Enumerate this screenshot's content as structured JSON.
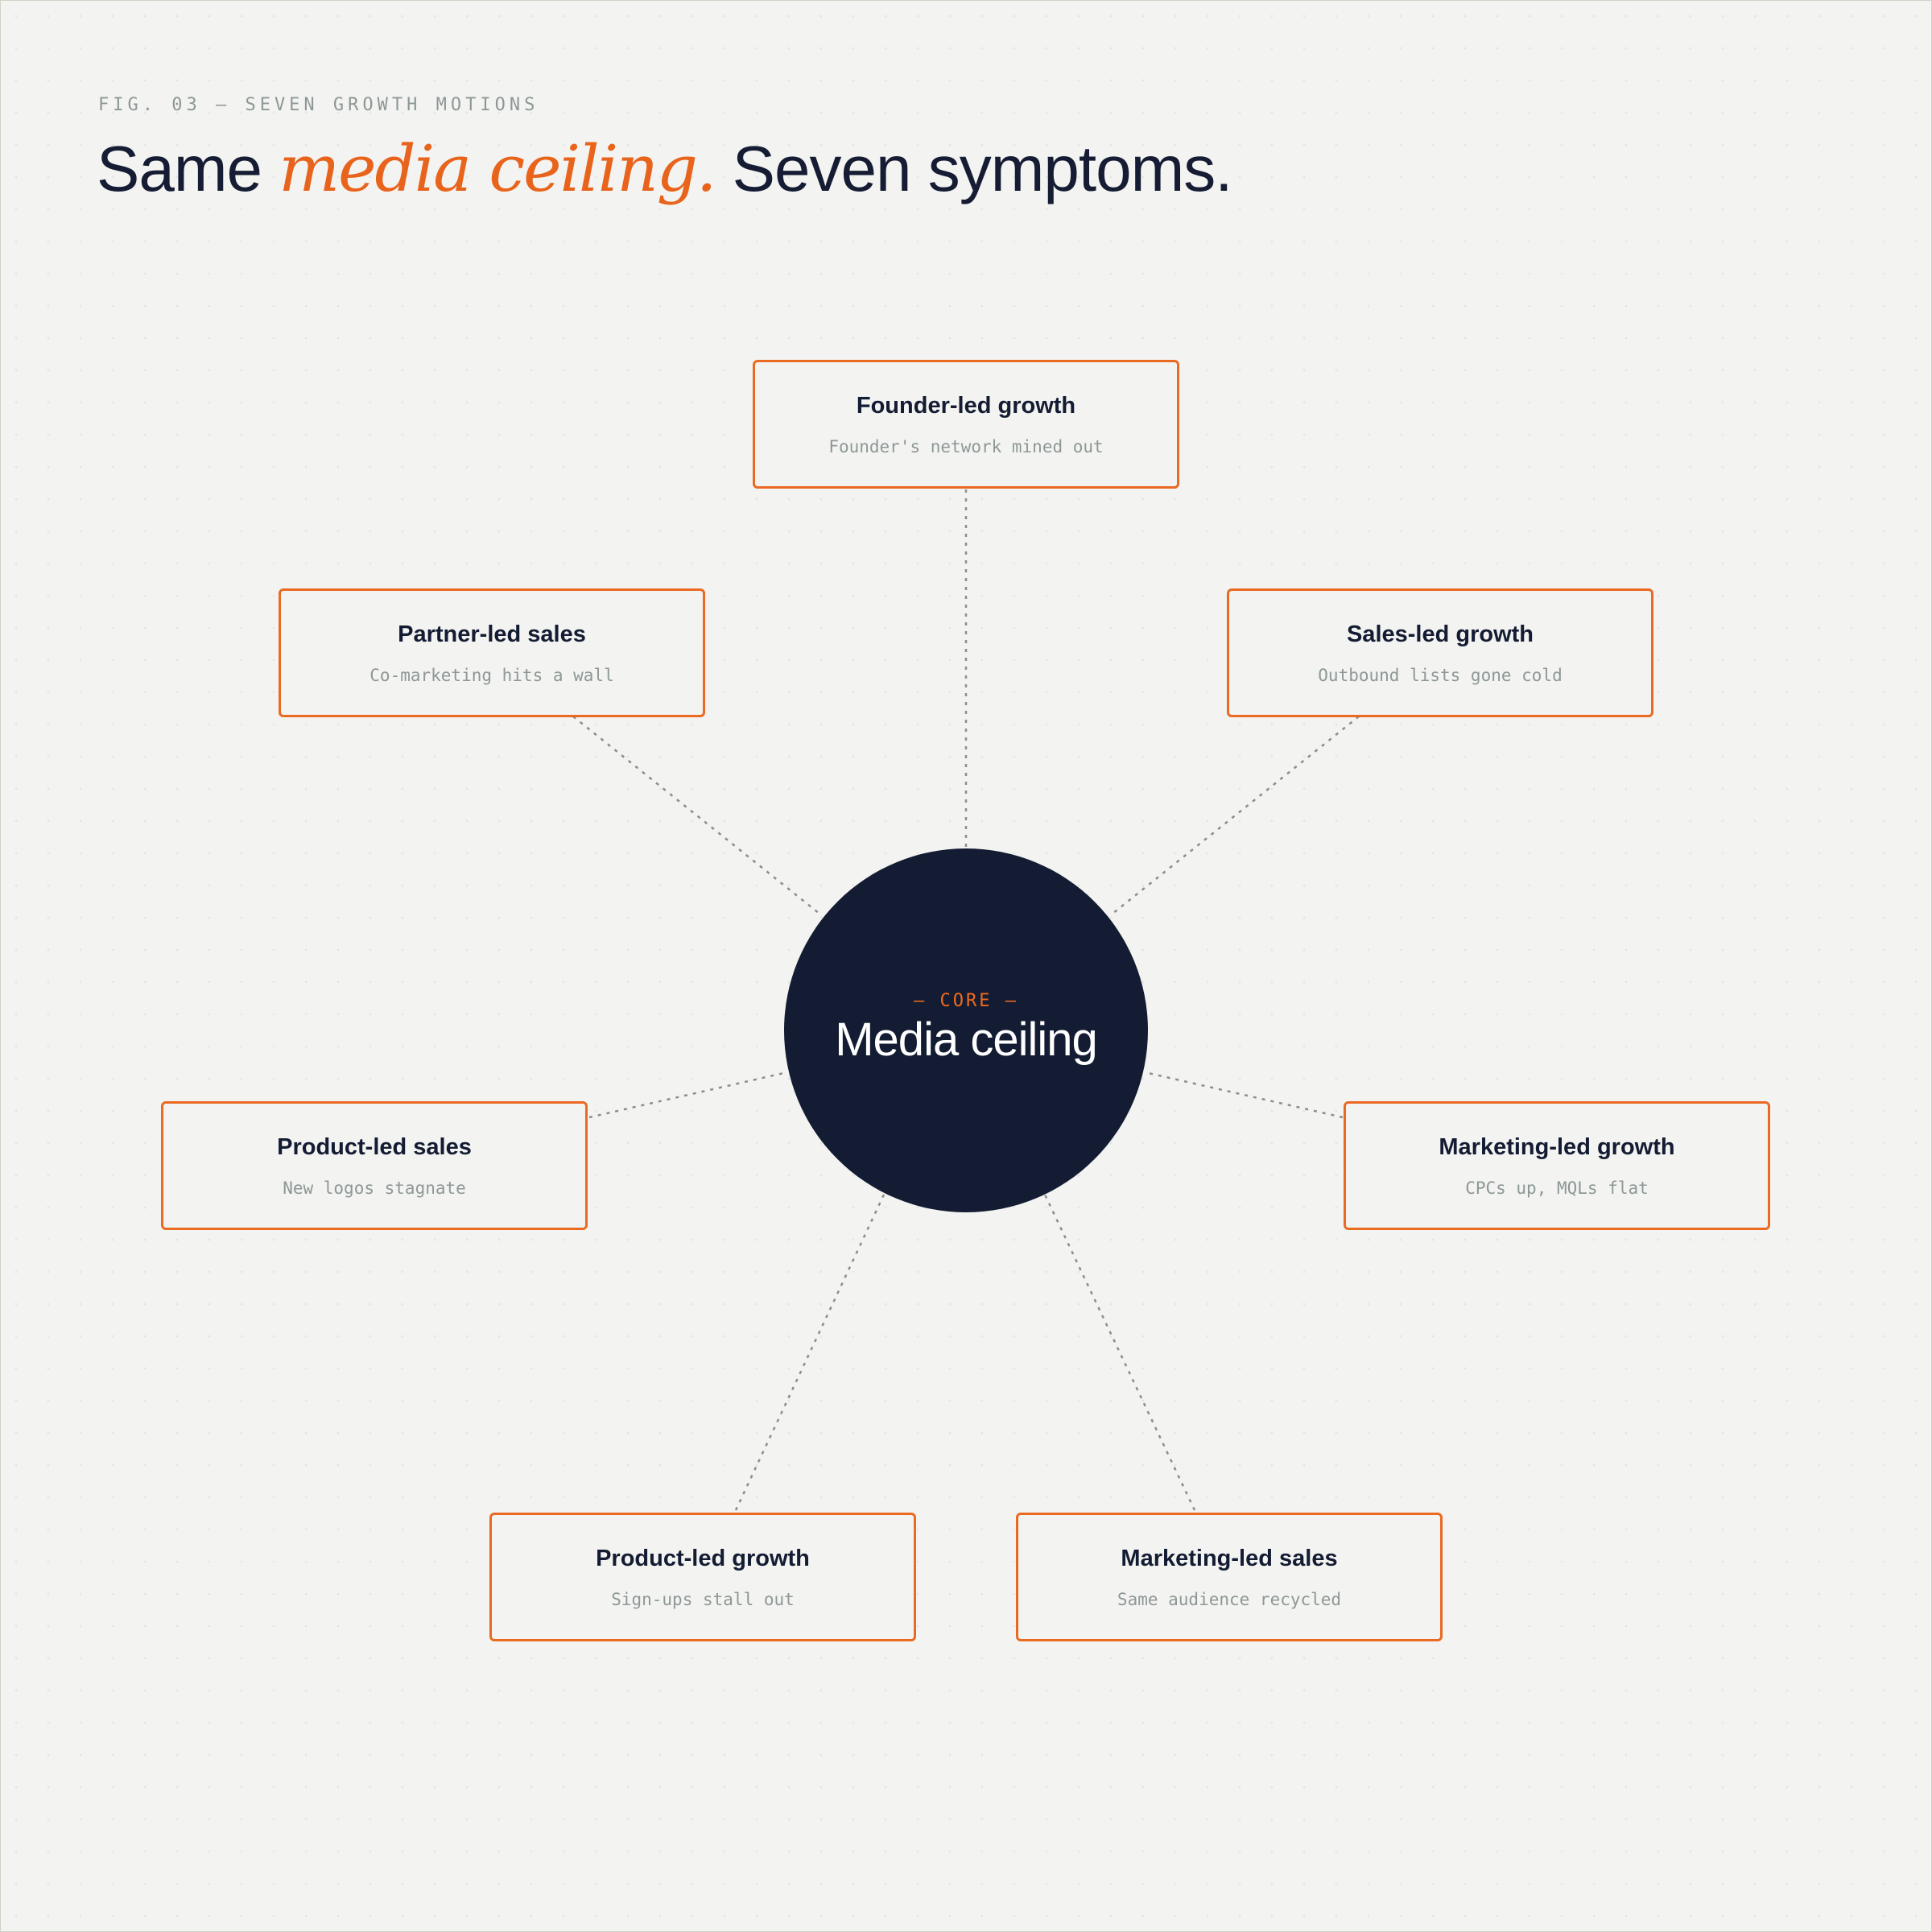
{
  "eyebrow": "FIG. 03 — SEVEN GROWTH MOTIONS",
  "headline": {
    "lead": "Same ",
    "accent": "media ceiling.",
    "tail": " Seven symptoms."
  },
  "core": {
    "tag": "— CORE —",
    "title": "Media ceiling"
  },
  "nodes": [
    {
      "title": "Founder-led growth",
      "subtitle": "Founder's network mined out"
    },
    {
      "title": "Sales-led growth",
      "subtitle": "Outbound lists gone cold"
    },
    {
      "title": "Marketing-led growth",
      "subtitle": "CPCs up, MQLs flat"
    },
    {
      "title": "Marketing-led sales",
      "subtitle": "Same audience recycled"
    },
    {
      "title": "Product-led growth",
      "subtitle": "Sign-ups stall out"
    },
    {
      "title": "Product-led sales",
      "subtitle": "New logos stagnate"
    },
    {
      "title": "Partner-led sales",
      "subtitle": "Co-marketing hits a wall"
    }
  ],
  "colors": {
    "accent": "#e8641c",
    "ink": "#141c33",
    "muted": "#8d9896",
    "background": "#f3f3f1",
    "connector": "#8a8f8c"
  }
}
